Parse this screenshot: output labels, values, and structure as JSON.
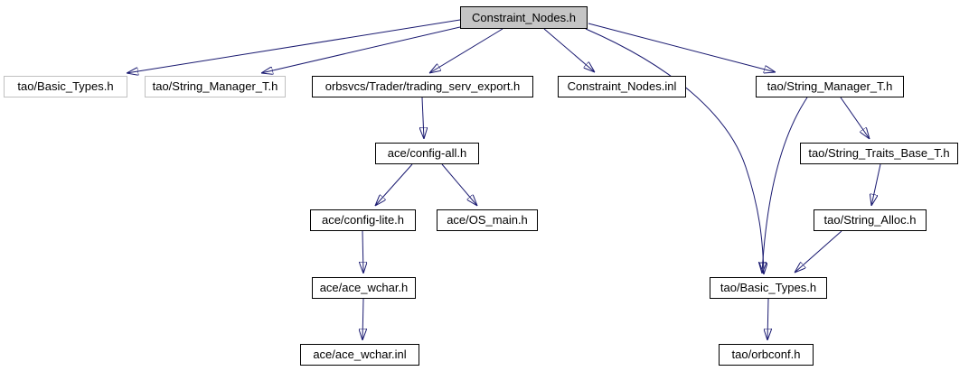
{
  "diagram": {
    "title": "Constraint_Nodes.h include dependency graph",
    "type": "include-dependency-graph",
    "colors": {
      "edge": "#191970",
      "node_border": "#000000",
      "node_fill": "#ffffff",
      "root_fill": "#c5c5c5",
      "muted_border": "#c0c0c0",
      "background": "#ffffff",
      "text": "#000000"
    },
    "nodes": [
      {
        "id": "constraint-nodes-h",
        "label": "Constraint_Nodes.h",
        "style": "root"
      },
      {
        "id": "tao-basic-types-left",
        "label": "tao/Basic_Types.h",
        "style": "muted"
      },
      {
        "id": "tao-string-manager-t-left",
        "label": "tao/String_Manager_T.h",
        "style": "muted"
      },
      {
        "id": "orbsvcs-trading-serv-export",
        "label": "orbsvcs/Trader/trading_serv_export.h",
        "style": "normal"
      },
      {
        "id": "constraint-nodes-inl",
        "label": "Constraint_Nodes.inl",
        "style": "normal"
      },
      {
        "id": "tao-string-manager-t-right",
        "label": "tao/String_Manager_T.h",
        "style": "normal"
      },
      {
        "id": "ace-config-all",
        "label": "ace/config-all.h",
        "style": "normal"
      },
      {
        "id": "tao-string-traits-base-t",
        "label": "tao/String_Traits_Base_T.h",
        "style": "normal"
      },
      {
        "id": "ace-config-lite",
        "label": "ace/config-lite.h",
        "style": "normal"
      },
      {
        "id": "ace-os-main",
        "label": "ace/OS_main.h",
        "style": "normal"
      },
      {
        "id": "tao-string-alloc",
        "label": "tao/String_Alloc.h",
        "style": "normal"
      },
      {
        "id": "ace-ace-wchar-h",
        "label": "ace/ace_wchar.h",
        "style": "normal"
      },
      {
        "id": "tao-basic-types-right",
        "label": "tao/Basic_Types.h",
        "style": "normal"
      },
      {
        "id": "ace-ace-wchar-inl",
        "label": "ace/ace_wchar.inl",
        "style": "normal"
      },
      {
        "id": "tao-orbconf",
        "label": "tao/orbconf.h",
        "style": "normal"
      }
    ],
    "edges": [
      {
        "from": "constraint-nodes-h",
        "to": "tao-basic-types-left"
      },
      {
        "from": "constraint-nodes-h",
        "to": "tao-string-manager-t-left"
      },
      {
        "from": "constraint-nodes-h",
        "to": "orbsvcs-trading-serv-export"
      },
      {
        "from": "constraint-nodes-h",
        "to": "constraint-nodes-inl"
      },
      {
        "from": "constraint-nodes-h",
        "to": "tao-string-manager-t-right"
      },
      {
        "from": "constraint-nodes-h",
        "to": "tao-basic-types-right"
      },
      {
        "from": "orbsvcs-trading-serv-export",
        "to": "ace-config-all"
      },
      {
        "from": "ace-config-all",
        "to": "ace-config-lite"
      },
      {
        "from": "ace-config-all",
        "to": "ace-os-main"
      },
      {
        "from": "ace-config-lite",
        "to": "ace-ace-wchar-h"
      },
      {
        "from": "ace-ace-wchar-h",
        "to": "ace-ace-wchar-inl"
      },
      {
        "from": "tao-string-manager-t-right",
        "to": "tao-string-traits-base-t"
      },
      {
        "from": "tao-string-manager-t-right",
        "to": "tao-basic-types-right"
      },
      {
        "from": "tao-string-traits-base-t",
        "to": "tao-string-alloc"
      },
      {
        "from": "tao-string-alloc",
        "to": "tao-basic-types-right"
      },
      {
        "from": "tao-basic-types-right",
        "to": "tao-orbconf"
      }
    ]
  }
}
